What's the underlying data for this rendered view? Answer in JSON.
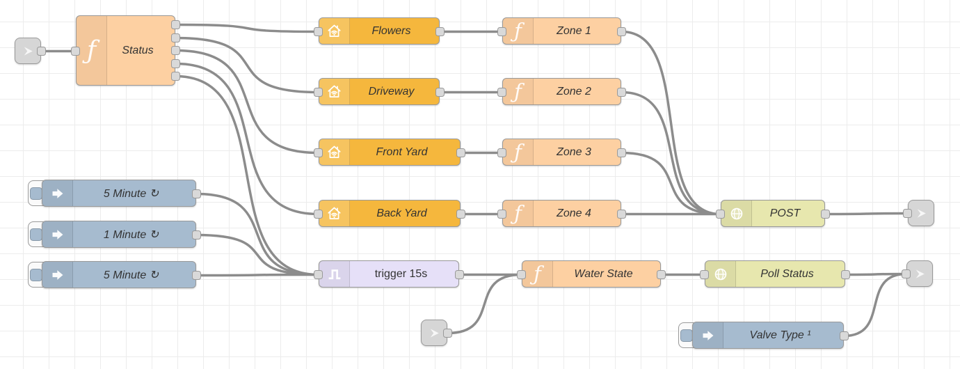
{
  "app": "flow-editor",
  "colors": {
    "canvas_bg": "#ffffff",
    "grid_line": "#ececec",
    "wire": "#8c8c8c",
    "node_border": "#999999",
    "port_fill": "#d9d9d9",
    "label_text": "#333333",
    "function_node": "#fdd0a2",
    "inject_node": "#a6bbcf",
    "http_request_node": "#e7e7ae",
    "trigger_node": "#e6e0f8",
    "link_node": "#d6d6d6",
    "home_assistant_node": "#f5b73d"
  },
  "icons": {
    "function_glyph": "ƒ"
  },
  "nodes": {
    "status": {
      "label": "Status",
      "type": "function"
    },
    "flowers": {
      "label": "Flowers",
      "type": "home-assistant"
    },
    "driveway": {
      "label": "Driveway",
      "type": "home-assistant"
    },
    "front_yard": {
      "label": "Front Yard",
      "type": "home-assistant"
    },
    "back_yard": {
      "label": "Back Yard",
      "type": "home-assistant"
    },
    "zone1": {
      "label": "Zone 1",
      "type": "function"
    },
    "zone2": {
      "label": "Zone 2",
      "type": "function"
    },
    "zone3": {
      "label": "Zone 3",
      "type": "function"
    },
    "zone4": {
      "label": "Zone 4",
      "type": "function"
    },
    "post": {
      "label": "POST",
      "type": "http-request"
    },
    "poll_status": {
      "label": "Poll Status",
      "type": "http-request"
    },
    "water_state": {
      "label": "Water State",
      "type": "function"
    },
    "trigger": {
      "label": "trigger 15s",
      "type": "trigger"
    },
    "inject_5min_a": {
      "label": "5 Minute ↻",
      "type": "inject"
    },
    "inject_1min": {
      "label": "1 Minute ↻",
      "type": "inject"
    },
    "inject_5min_b": {
      "label": "5 Minute ↻",
      "type": "inject"
    },
    "valve_type": {
      "label": "Valve Type ¹",
      "type": "inject"
    }
  },
  "wires": [
    [
      "linkin_top-out",
      "status-in"
    ],
    [
      "status-out0",
      "flowers-in"
    ],
    [
      "status-out1",
      "driveway-in"
    ],
    [
      "status-out2",
      "front_yard-in"
    ],
    [
      "status-out3",
      "back_yard-in"
    ],
    [
      "status-out4",
      "trigger-in"
    ],
    [
      "flowers-out",
      "zone1-in"
    ],
    [
      "driveway-out",
      "zone2-in"
    ],
    [
      "front_yard-out",
      "zone3-in"
    ],
    [
      "back_yard-out",
      "zone4-in"
    ],
    [
      "zone1-out",
      "post-in"
    ],
    [
      "zone2-out",
      "post-in"
    ],
    [
      "zone3-out",
      "post-in"
    ],
    [
      "zone4-out",
      "post-in"
    ],
    [
      "post-out",
      "linkout1-in"
    ],
    [
      "inject_5min_a-out",
      "trigger-in"
    ],
    [
      "inject_1min-out",
      "trigger-in"
    ],
    [
      "inject_5min_b-out",
      "trigger-in"
    ],
    [
      "trigger-out",
      "water_state-in"
    ],
    [
      "linkin_bottom-out",
      "water_state-in"
    ],
    [
      "water_state-out",
      "poll_status-in"
    ],
    [
      "poll_status-out",
      "linkout2-in"
    ],
    [
      "valve_type-out",
      "linkout2-in"
    ]
  ]
}
